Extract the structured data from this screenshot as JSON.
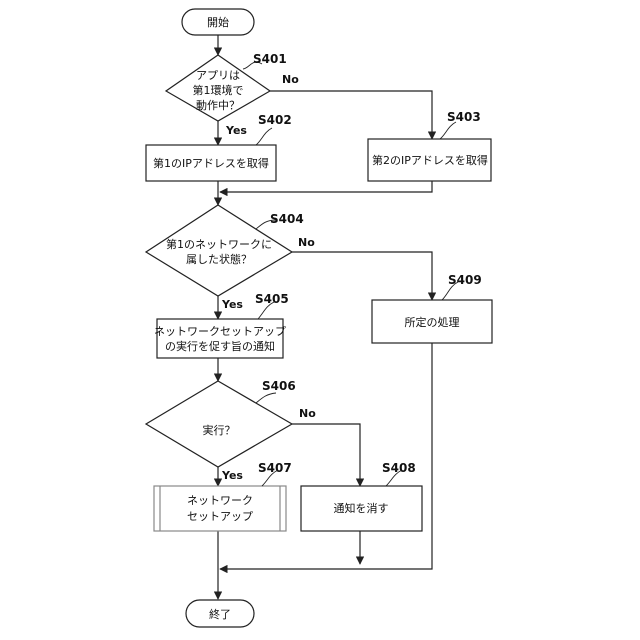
{
  "nodes": {
    "start": "開始",
    "s401": [
      "アプリは",
      "第1環境で",
      "動作中？"
    ],
    "s402": "第1のIPアドレスを取得",
    "s403": "第2のIPアドレスを取得",
    "s404": [
      "第1のネットワークに",
      "属した状態？"
    ],
    "s405": [
      "ネットワークセットアップ",
      "の実行を促す旨の通知"
    ],
    "s406": "実行？",
    "s407": [
      "ネットワーク",
      "セットアップ"
    ],
    "s408": "通知を消す",
    "s409": "所定の処理",
    "end": "終了"
  },
  "steps": {
    "s401": "S401",
    "s402": "S402",
    "s403": "S403",
    "s404": "S404",
    "s405": "S405",
    "s406": "S406",
    "s407": "S407",
    "s408": "S408",
    "s409": "S409"
  },
  "branches": {
    "s401_yes": "Yes",
    "s401_no": "No",
    "s404_yes": "Yes",
    "s404_no": "No",
    "s406_yes": "Yes",
    "s406_no": "No"
  }
}
